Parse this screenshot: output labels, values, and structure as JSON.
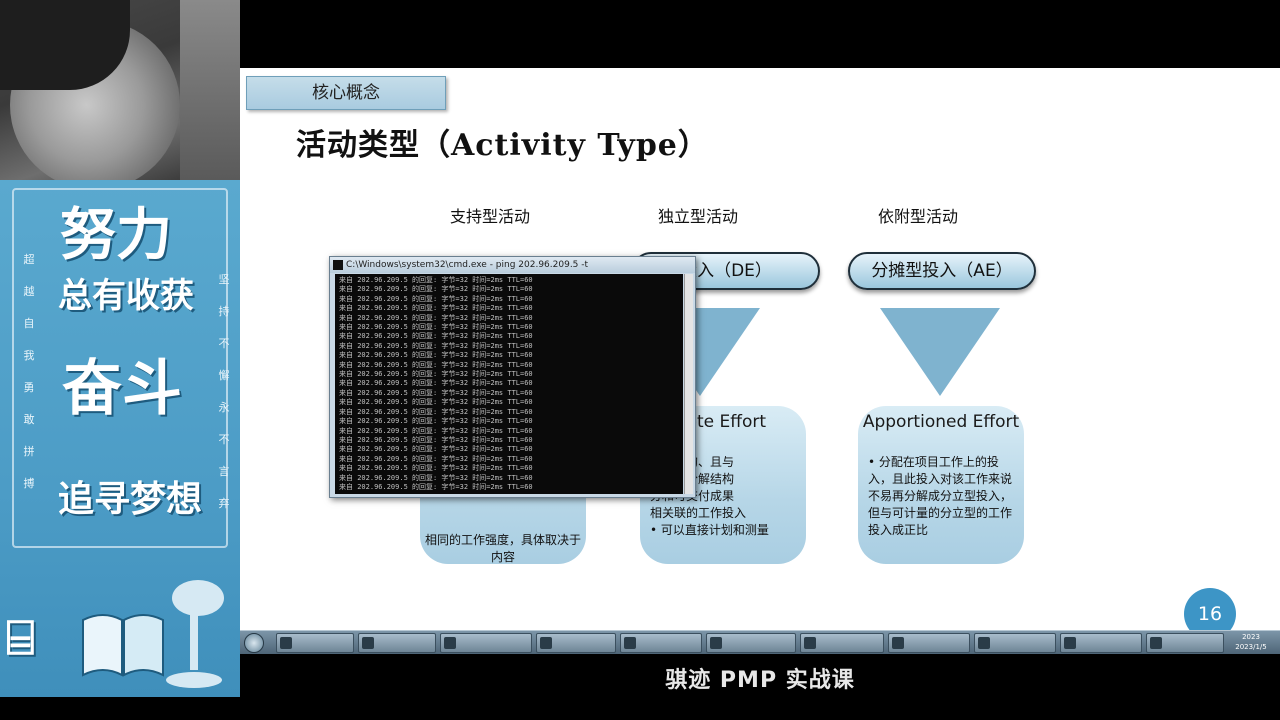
{
  "slide": {
    "tag": "核心概念",
    "title": "活动类型（Activity Type）",
    "columns": [
      {
        "heading": "支持型活动",
        "pill": "",
        "card_title": "",
        "card_body": "相同的工作强度，具体取决于内容"
      },
      {
        "heading": "独立型活动",
        "pill": "投入（DE）",
        "card_title": "rete Effort",
        "card_body_lines": [
          "、独立的、且与",
          "体工作分解结构",
          "分和可交付成果",
          "相关联的工作投入",
          "• 可以直接计划和测量"
        ]
      },
      {
        "heading": "依附型活动",
        "pill": "分摊型投入（AE）",
        "card_title": "Apportioned Effort",
        "card_body": "• 分配在项目工作上的投入，且此投入对该工作来说不易再分解成分立型投入，但与可计量的分立型的工作投入成正比"
      }
    ],
    "page_number": "16"
  },
  "console": {
    "title": "C:\\Windows\\system32\\cmd.exe - ping  202.96.209.5 -t",
    "line_text": "来自 202.96.209.5 的回复: 字节=32 时间=2ms TTL=60",
    "line_count": 23
  },
  "banner": {
    "line1": "努力",
    "line2": "总有收获",
    "line3": "奋斗",
    "line4": "追寻梦想",
    "left_vertical": "超越自我勇敢拼搏",
    "right_vertical": "坚持不懈永不言弃"
  },
  "taskbar": {
    "items": [
      "",
      "",
      "",
      "",
      "",
      "",
      "",
      "",
      "",
      "",
      ""
    ],
    "clock_time": "2023",
    "clock_date": "2023/1/5"
  },
  "caption": "骐迹 PMP 实战课"
}
